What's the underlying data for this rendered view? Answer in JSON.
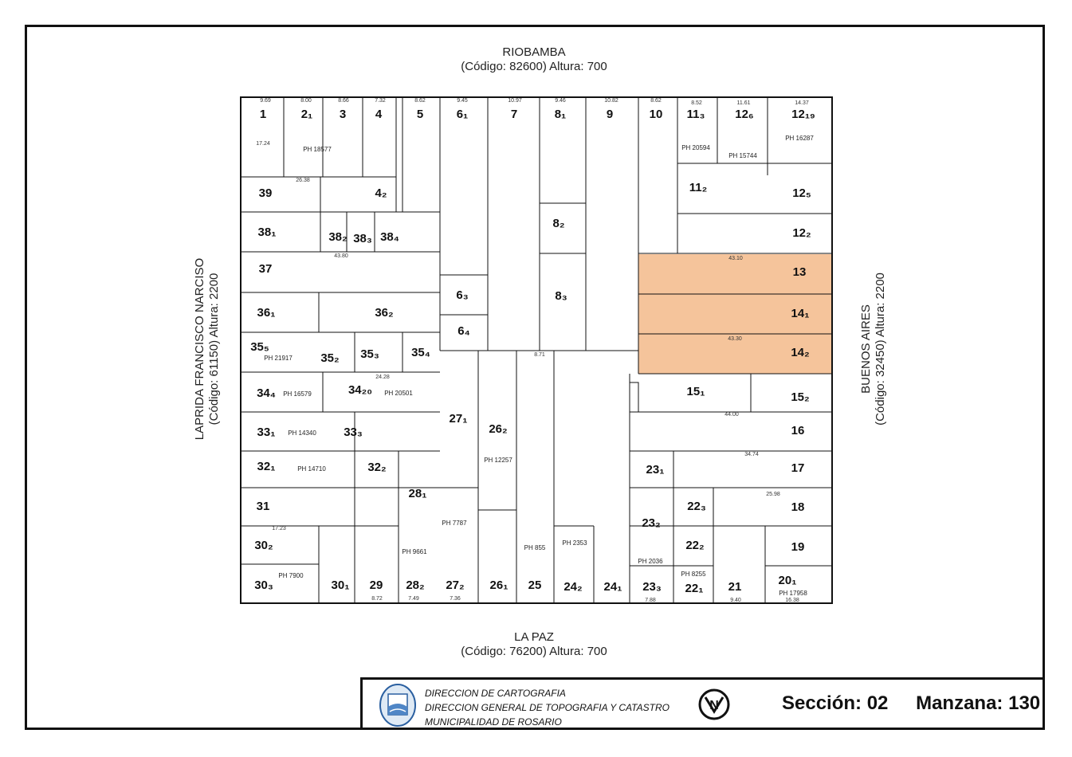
{
  "streets": {
    "top": {
      "name": "RIOBAMBA",
      "info": "(Código: 82600) Altura: 700"
    },
    "bottom": {
      "name": "LA PAZ",
      "info": "(Código: 76200) Altura: 700"
    },
    "left": {
      "name": "LAPRIDA FRANCISCO NARCISO",
      "info": "(Código: 61150) Altura: 2200"
    },
    "right": {
      "name": "BUENOS AIRES",
      "info": "(Código: 32450) Altura: 2200"
    }
  },
  "highlight_color": "#f5c49b",
  "lots": [
    "1",
    "2₁",
    "3",
    "4",
    "5",
    "6₁",
    "7",
    "8₁",
    "9",
    "10",
    "11₃",
    "12₆",
    "12₁₉",
    "39",
    "4₂",
    "11₂",
    "12₅",
    "8₂",
    "38₁",
    "38₂",
    "38₃",
    "38₄",
    "12₂",
    "37",
    "6₃",
    "8₃",
    "13",
    "14₁",
    "36₁",
    "36₂",
    "6₄",
    "14₂",
    "35₅",
    "35₂",
    "35₃",
    "35₄",
    "34₄",
    "34₂₀",
    "15₁",
    "15₂",
    "33₁",
    "33₃",
    "27₁",
    "26₂",
    "16",
    "32₁",
    "32₂",
    "17",
    "28₁",
    "23₁",
    "22₃",
    "18",
    "31",
    "30₂",
    "23₂",
    "22₂",
    "19",
    "30₃",
    "30₁",
    "29",
    "28₂",
    "27₂",
    "26₁",
    "25",
    "24₂",
    "24₁",
    "23₃",
    "22₁",
    "21",
    "20₁"
  ],
  "ph_labels": [
    "PH 18577",
    "PH 20594",
    "PH 15744",
    "PH 16287",
    "PH 21917",
    "PH 16579",
    "PH 20501",
    "PH 14340",
    "PH 12257",
    "PH 14710",
    "PH 7787",
    "PH 9661",
    "PH 855",
    "PH 2353",
    "PH 2036",
    "PH 8255",
    "PH 17958",
    "PH 7900"
  ],
  "dimensions": [
    "9.69",
    "8.00",
    "8.66",
    "7.32",
    "8.62",
    "9.45",
    "10.97",
    "9.46",
    "10.82",
    "8.62",
    "8.52",
    "11.61",
    "14.37",
    "17.24",
    "26.38",
    "43.80",
    "43.10",
    "43.30",
    "24.28",
    "44.00",
    "34.74",
    "25.98",
    "17.23",
    "8.71",
    "7.88",
    "9.40",
    "16.38",
    "7.36",
    "7.49",
    "8.72"
  ],
  "title_block": {
    "line1": "DIRECCION DE CARTOGRAFIA",
    "line2": "DIRECCION GENERAL DE TOPOGRAFIA Y CATASTRO",
    "line3": "MUNICIPALIDAD DE ROSARIO",
    "seccion": "Sección: 02",
    "manzana": "Manzana: 130"
  }
}
